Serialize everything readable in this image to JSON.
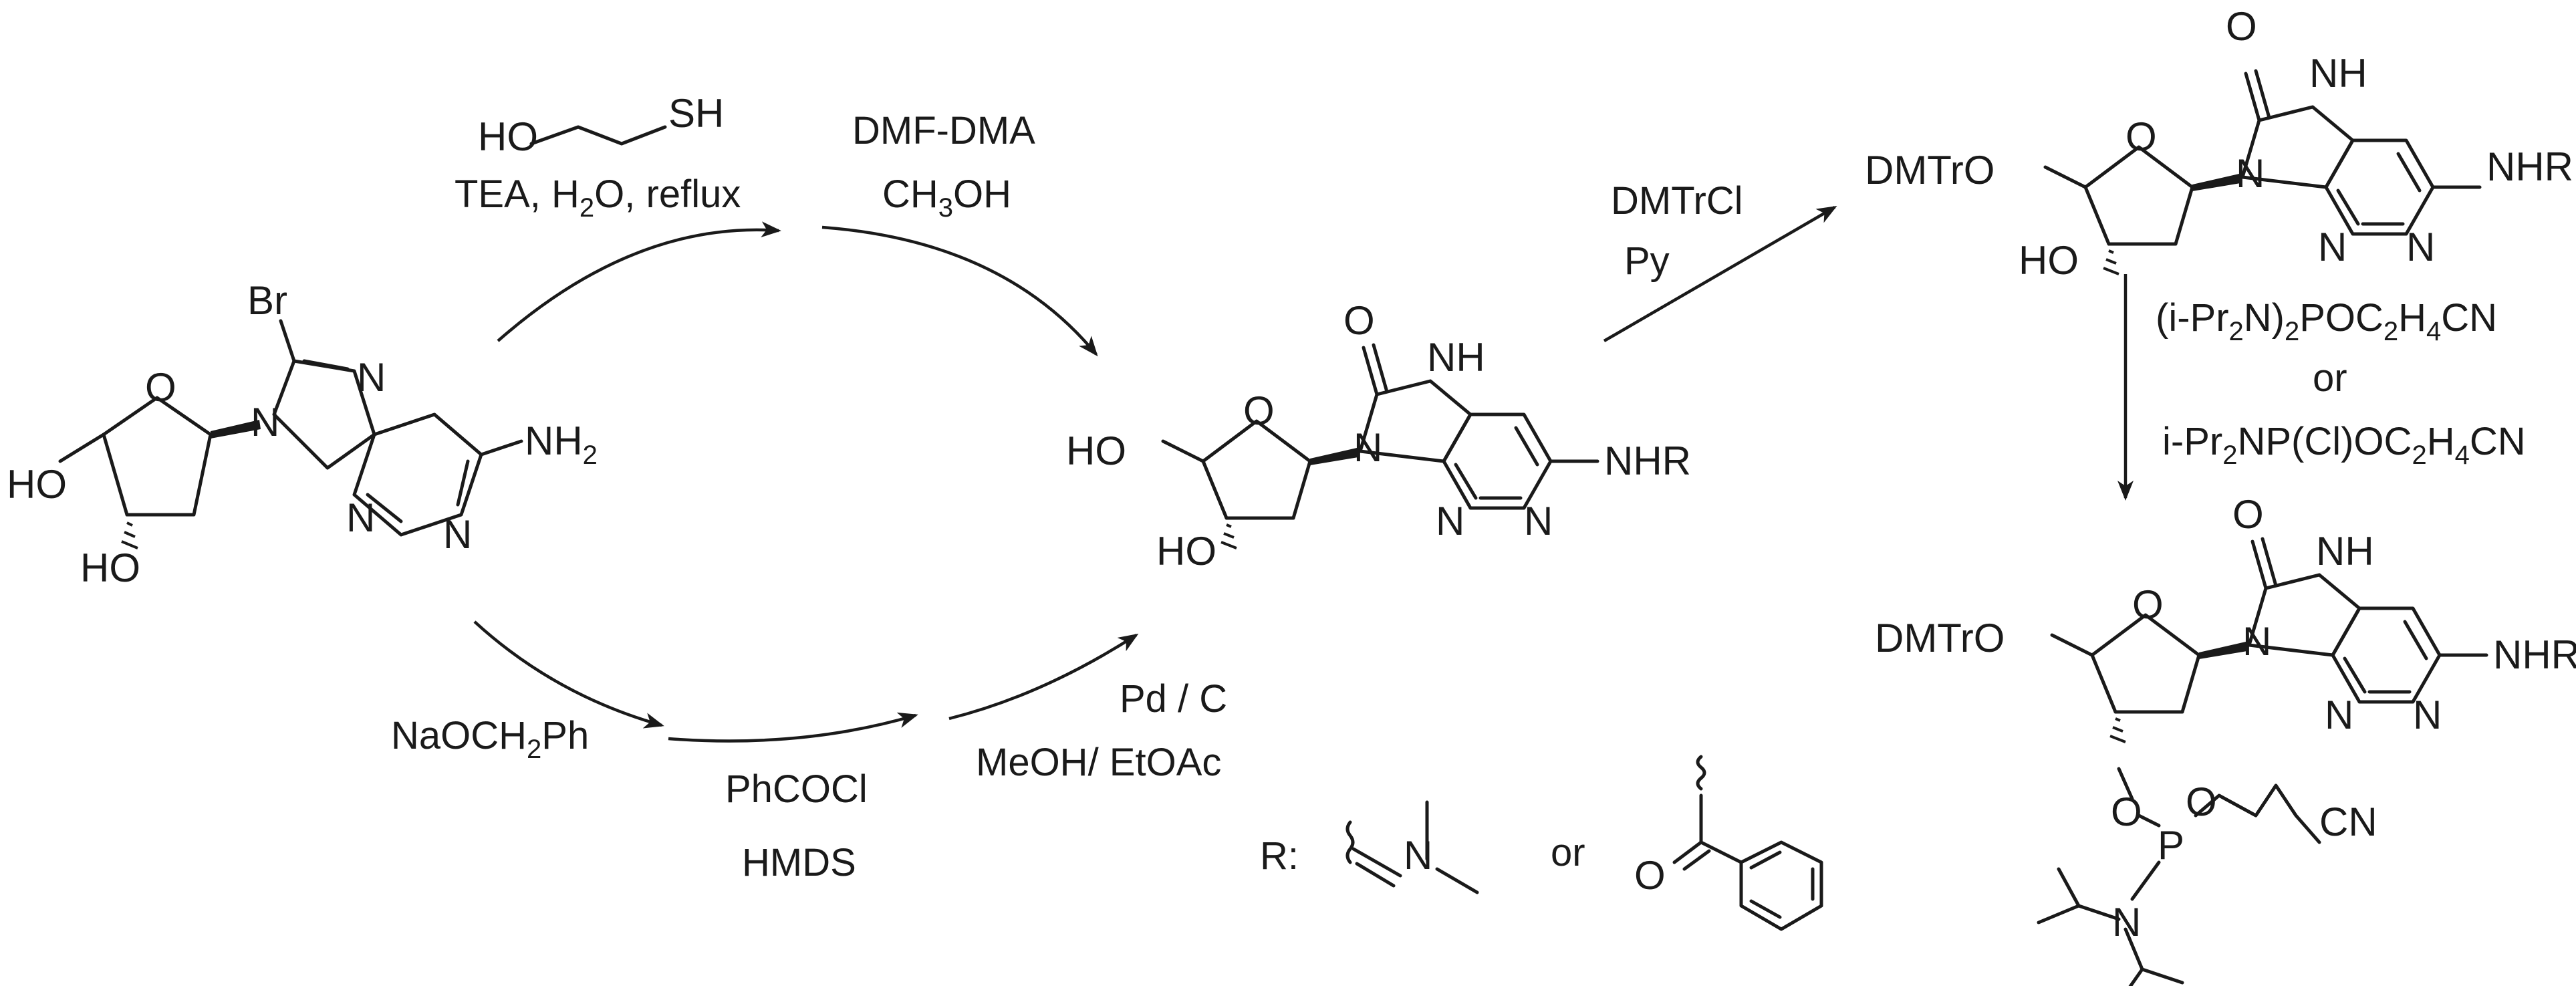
{
  "reagents": {
    "step_top_left": {
      "line2": "TEA, H",
      "line2_sub": "2",
      "line2_rest": "O, reflux"
    },
    "step_top_mid": {
      "line1": "DMF-DMA",
      "line2": "CH",
      "line2_sub": "3",
      "line2_rest": "OH"
    },
    "step_dmtr": {
      "line1": "DMTrCl",
      "line2": "Py"
    },
    "step_bottom_left": {
      "text": "NaOCH",
      "sub": "2",
      "rest": "Ph"
    },
    "step_bottom_mid": {
      "line1": "PhCOCl",
      "line2": "HMDS"
    },
    "step_bottom_right": {
      "line1": "Pd / C",
      "line2": "MeOH/ EtOAc"
    },
    "step_phosphit": {
      "line1a": "(i-Pr",
      "line1_sub1": "2",
      "line1b": "N)",
      "line1_sub2": "2",
      "line1c": "POC",
      "line1_sub3": "2",
      "line1d": "H",
      "line1_sub4": "4",
      "line1e": "CN",
      "line2": "or",
      "line3a": "i-Pr",
      "line3_sub1": "2",
      "line3b": "NP(Cl)OC",
      "line3_sub2": "2",
      "line3c": "H",
      "line3_sub3": "4",
      "line3d": "CN"
    }
  },
  "atoms": {
    "Br": "Br",
    "N": "N",
    "NH2": "NH",
    "NH2_sub": "2",
    "O": "O",
    "HO": "HO",
    "NH": "NH",
    "NHR": "NHR",
    "DMTrO": "DMTrO",
    "P": "P",
    "CN": "CN"
  },
  "r_group": {
    "label": "R:",
    "or": "or"
  }
}
